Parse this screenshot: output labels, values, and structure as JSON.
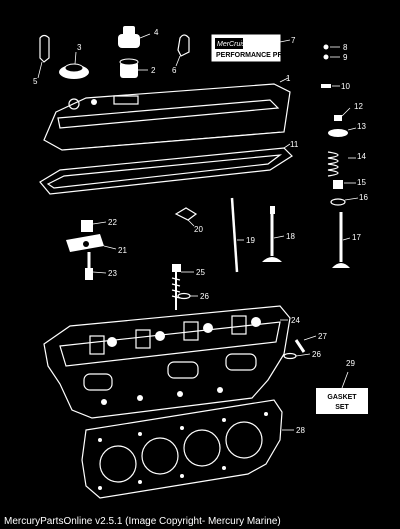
{
  "brand_plate": {
    "logo_text": "MerCruiser",
    "subtitle": "PERFORMANCE PRODUCTS"
  },
  "gasket_set": {
    "line1": "GASKET",
    "line2": "SET"
  },
  "callouts": [
    "1",
    "2",
    "3",
    "4",
    "5",
    "6",
    "7",
    "8",
    "9",
    "10",
    "11",
    "12",
    "13",
    "14",
    "15",
    "16",
    "17",
    "18",
    "19",
    "20",
    "21",
    "22",
    "23",
    "24",
    "25",
    "26",
    "26",
    "27",
    "28",
    "29"
  ],
  "caption": "MercuryPartsOnline v2.5.1 (Image Copyright- Mercury Marine)"
}
